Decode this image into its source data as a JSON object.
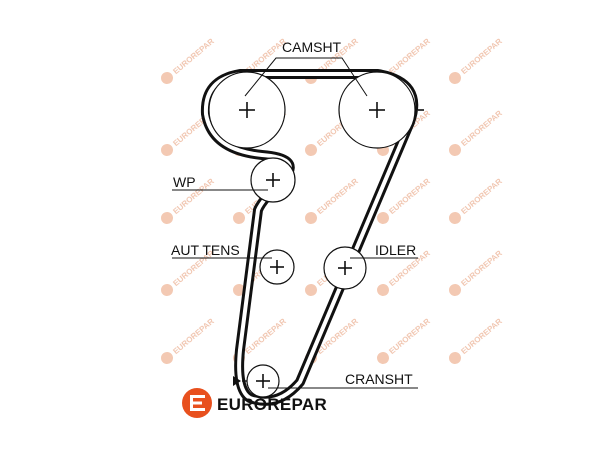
{
  "labels": {
    "camshaft": "CAMSHT",
    "water_pump": "WP",
    "auto_tensioner": "AUT TENS",
    "idler": "IDLER",
    "crankshaft": "CRANSHT"
  },
  "brand": {
    "name": "EUROREPAR",
    "watermark": "EUROREPAR",
    "accent_color": "#e8501e",
    "watermark_color": "#f3c9b3"
  },
  "icons": {
    "pulley_center": "plus-icon",
    "timing_mark": "triangle-pointer-icon",
    "logo": "eurorepar-e-icon"
  }
}
